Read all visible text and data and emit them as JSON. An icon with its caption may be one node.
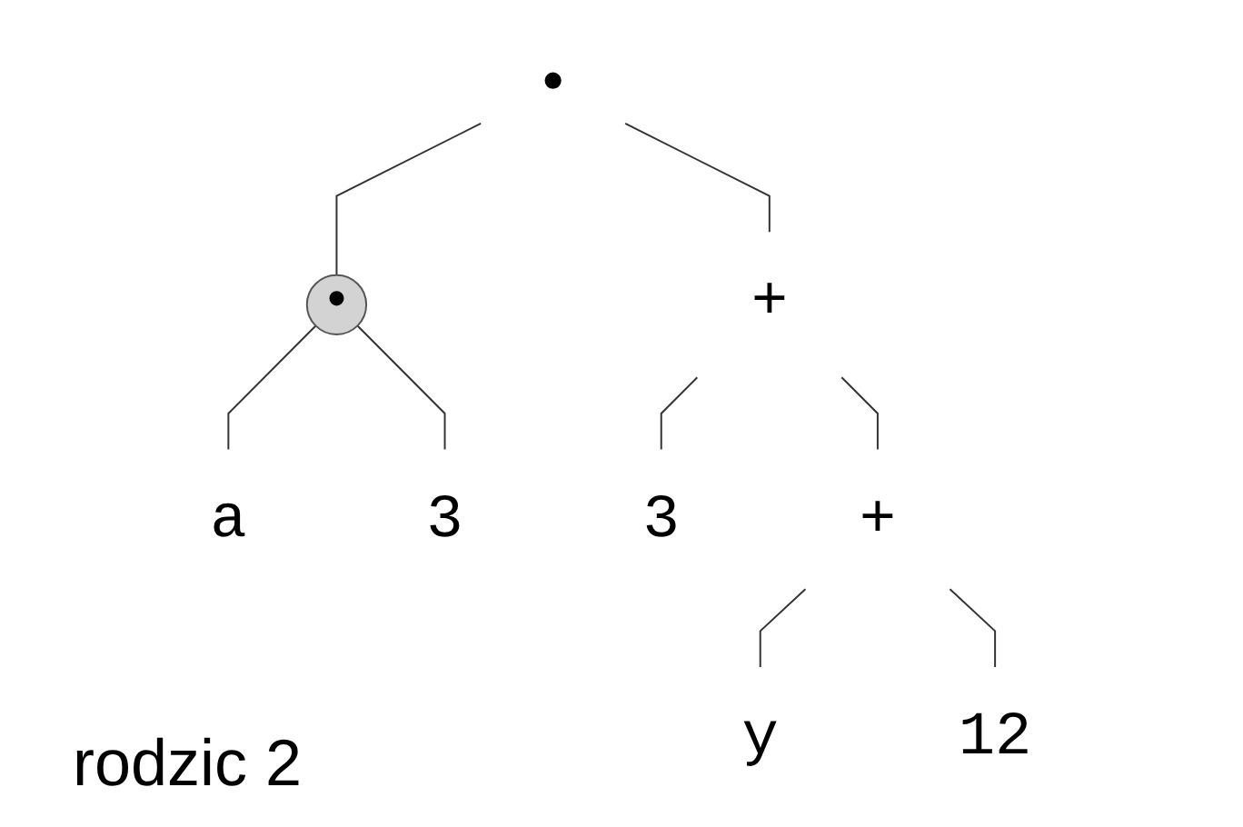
{
  "diagram": {
    "nodes": [
      {
        "text": [
          "•"
        ]
      },
      {
        "text": [
          "•"
        ]
      },
      {
        "text": [
          "+"
        ]
      },
      {
        "text": [
          "a"
        ]
      },
      {
        "text": [
          "3"
        ]
      },
      {
        "text": [
          "3"
        ]
      },
      {
        "text": [
          "+"
        ]
      },
      {
        "text": [
          "y"
        ]
      },
      {
        "text": [
          "12"
        ]
      }
    ],
    "edges": [
      {
        "from": 0,
        "to": 1,
        "arrow": "none"
      },
      {
        "from": 0,
        "to": 2,
        "arrow": "none"
      },
      {
        "from": 1,
        "to": 3,
        "arrow": "none"
      },
      {
        "from": 1,
        "to": 4,
        "arrow": "none"
      },
      {
        "from": 2,
        "to": 5,
        "arrow": "none"
      },
      {
        "from": 2,
        "to": 6,
        "arrow": "none"
      },
      {
        "from": 6,
        "to": 7,
        "arrow": "none"
      },
      {
        "from": 6,
        "to": 8,
        "arrow": "none"
      }
    ],
    "labels": [
      "rodzic 2"
    ]
  }
}
